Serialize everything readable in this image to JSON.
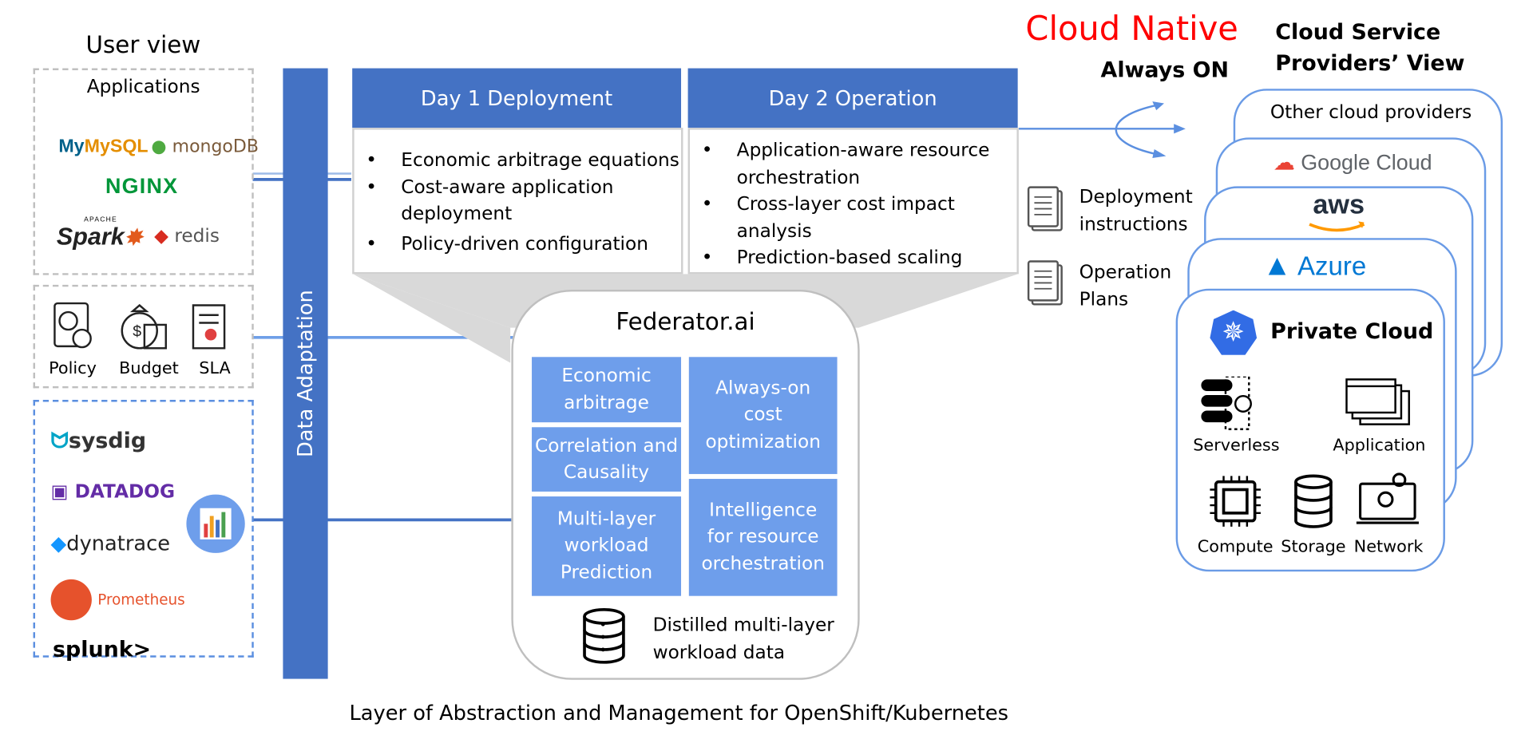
{
  "user_view": {
    "title": "User view",
    "apps_title": "Applications",
    "apps": [
      "MySQL",
      "mongoDB",
      "NGINX",
      "APACHE",
      "Spark",
      "redis"
    ],
    "controls": [
      "Policy",
      "Budget",
      "SLA"
    ],
    "monitoring": [
      "sysdig",
      "DATADOG",
      "dynatrace",
      "Prometheus",
      "splunk>"
    ]
  },
  "data_adaptation": "Data Adaptation",
  "day1": {
    "title": "Day 1 Deployment",
    "items": [
      "Economic arbitrage equations",
      "Cost-aware application deployment",
      "Policy-driven configuration"
    ]
  },
  "day2": {
    "title": "Day 2 Operation",
    "items": [
      "Application-aware resource orchestration",
      "Cross-layer cost impact analysis",
      "Prediction-based scaling"
    ]
  },
  "federator": {
    "title": "Federator.ai",
    "modules": [
      "Economic arbitrage",
      "Correlation and Causality",
      "Multi-layer workload Prediction",
      "Always-on cost optimization",
      "Intelligence for resource orchestration"
    ],
    "data_label": "Distilled multi-layer workload data"
  },
  "footer": "Layer of Abstraction and Management for OpenShift/Kubernetes",
  "cloud_native": {
    "title": "Cloud Native",
    "subtitle": "Always ON",
    "color": "#ff0000"
  },
  "docs": [
    "Deployment instructions",
    "Operation Plans"
  ],
  "csp": {
    "title": "Cloud Service Providers’ View",
    "providers": [
      "Other cloud providers",
      "Google Cloud",
      "aws",
      "Azure",
      "Private Cloud"
    ],
    "resources": [
      "Serverless",
      "Application",
      "Compute",
      "Storage",
      "Network"
    ]
  },
  "colors": {
    "accent": "#4472c4",
    "module": "#6e9eeb",
    "card_border": "#6a9be6"
  }
}
